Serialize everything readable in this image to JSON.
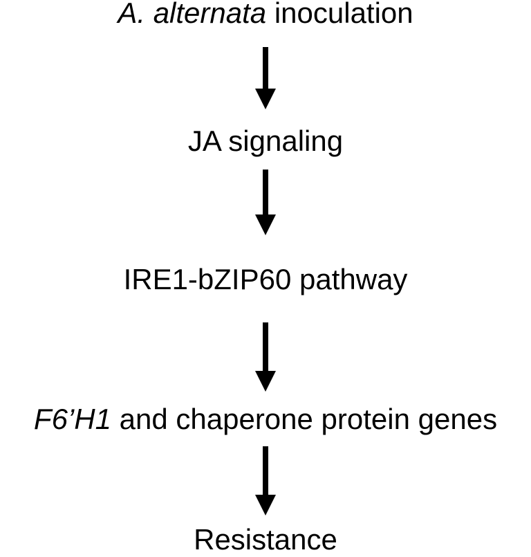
{
  "nodes": [
    {
      "id": "inoculation",
      "italic": "A. alternata",
      "text": " inoculation"
    },
    {
      "id": "ja-signaling",
      "text": "JA signaling"
    },
    {
      "id": "ire1-bzip60",
      "text": "IRE1-bZIP60 pathway"
    },
    {
      "id": "f6h1-chaperone",
      "italic": "F6’H1",
      "text": " and chaperone protein genes"
    },
    {
      "id": "resistance",
      "text": "Resistance"
    }
  ],
  "colors": {
    "text": "#000000",
    "arrow": "#000000",
    "background": "#ffffff"
  }
}
